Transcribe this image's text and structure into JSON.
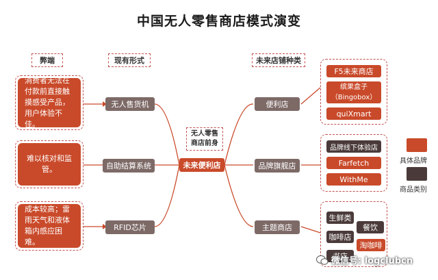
{
  "title": "中国无人零售商店模式演变",
  "headers": {
    "drawbacks": "弊端",
    "current_forms": "现有形式",
    "future_types": "未来店铺种类"
  },
  "drawbacks": [
    "消费者无法在付款前直接触摸感受产品，用户体验不佳。",
    "难以核对和监管。",
    "成本较高；雷雨天气和液体箱内感应困难。"
  ],
  "current_forms": [
    "无人售货机",
    "自助结算系统",
    "RFID芯片"
  ],
  "predecessor_label": "无人零售商店前身",
  "center": "未来便利店",
  "future_types": [
    "便利店",
    "品牌旗舰店",
    "主题商店"
  ],
  "group1_brands": [
    "F5未来商店",
    "缤果盒子（Bingobox）",
    "quiXmart"
  ],
  "group2_category": "品牌线下体验店",
  "group2_brands": [
    "Farfetch",
    "WithMe"
  ],
  "group3_items": [
    "生鲜类",
    "餐饮",
    "咖啡店",
    "淘咖啡",
    "书店"
  ],
  "legend": {
    "brand_label": "具体品牌",
    "category_label": "商品类别",
    "brand_color": "#c94a2a",
    "category_color": "#4a3b3a"
  },
  "watermark": "微信号: logclubcn"
}
